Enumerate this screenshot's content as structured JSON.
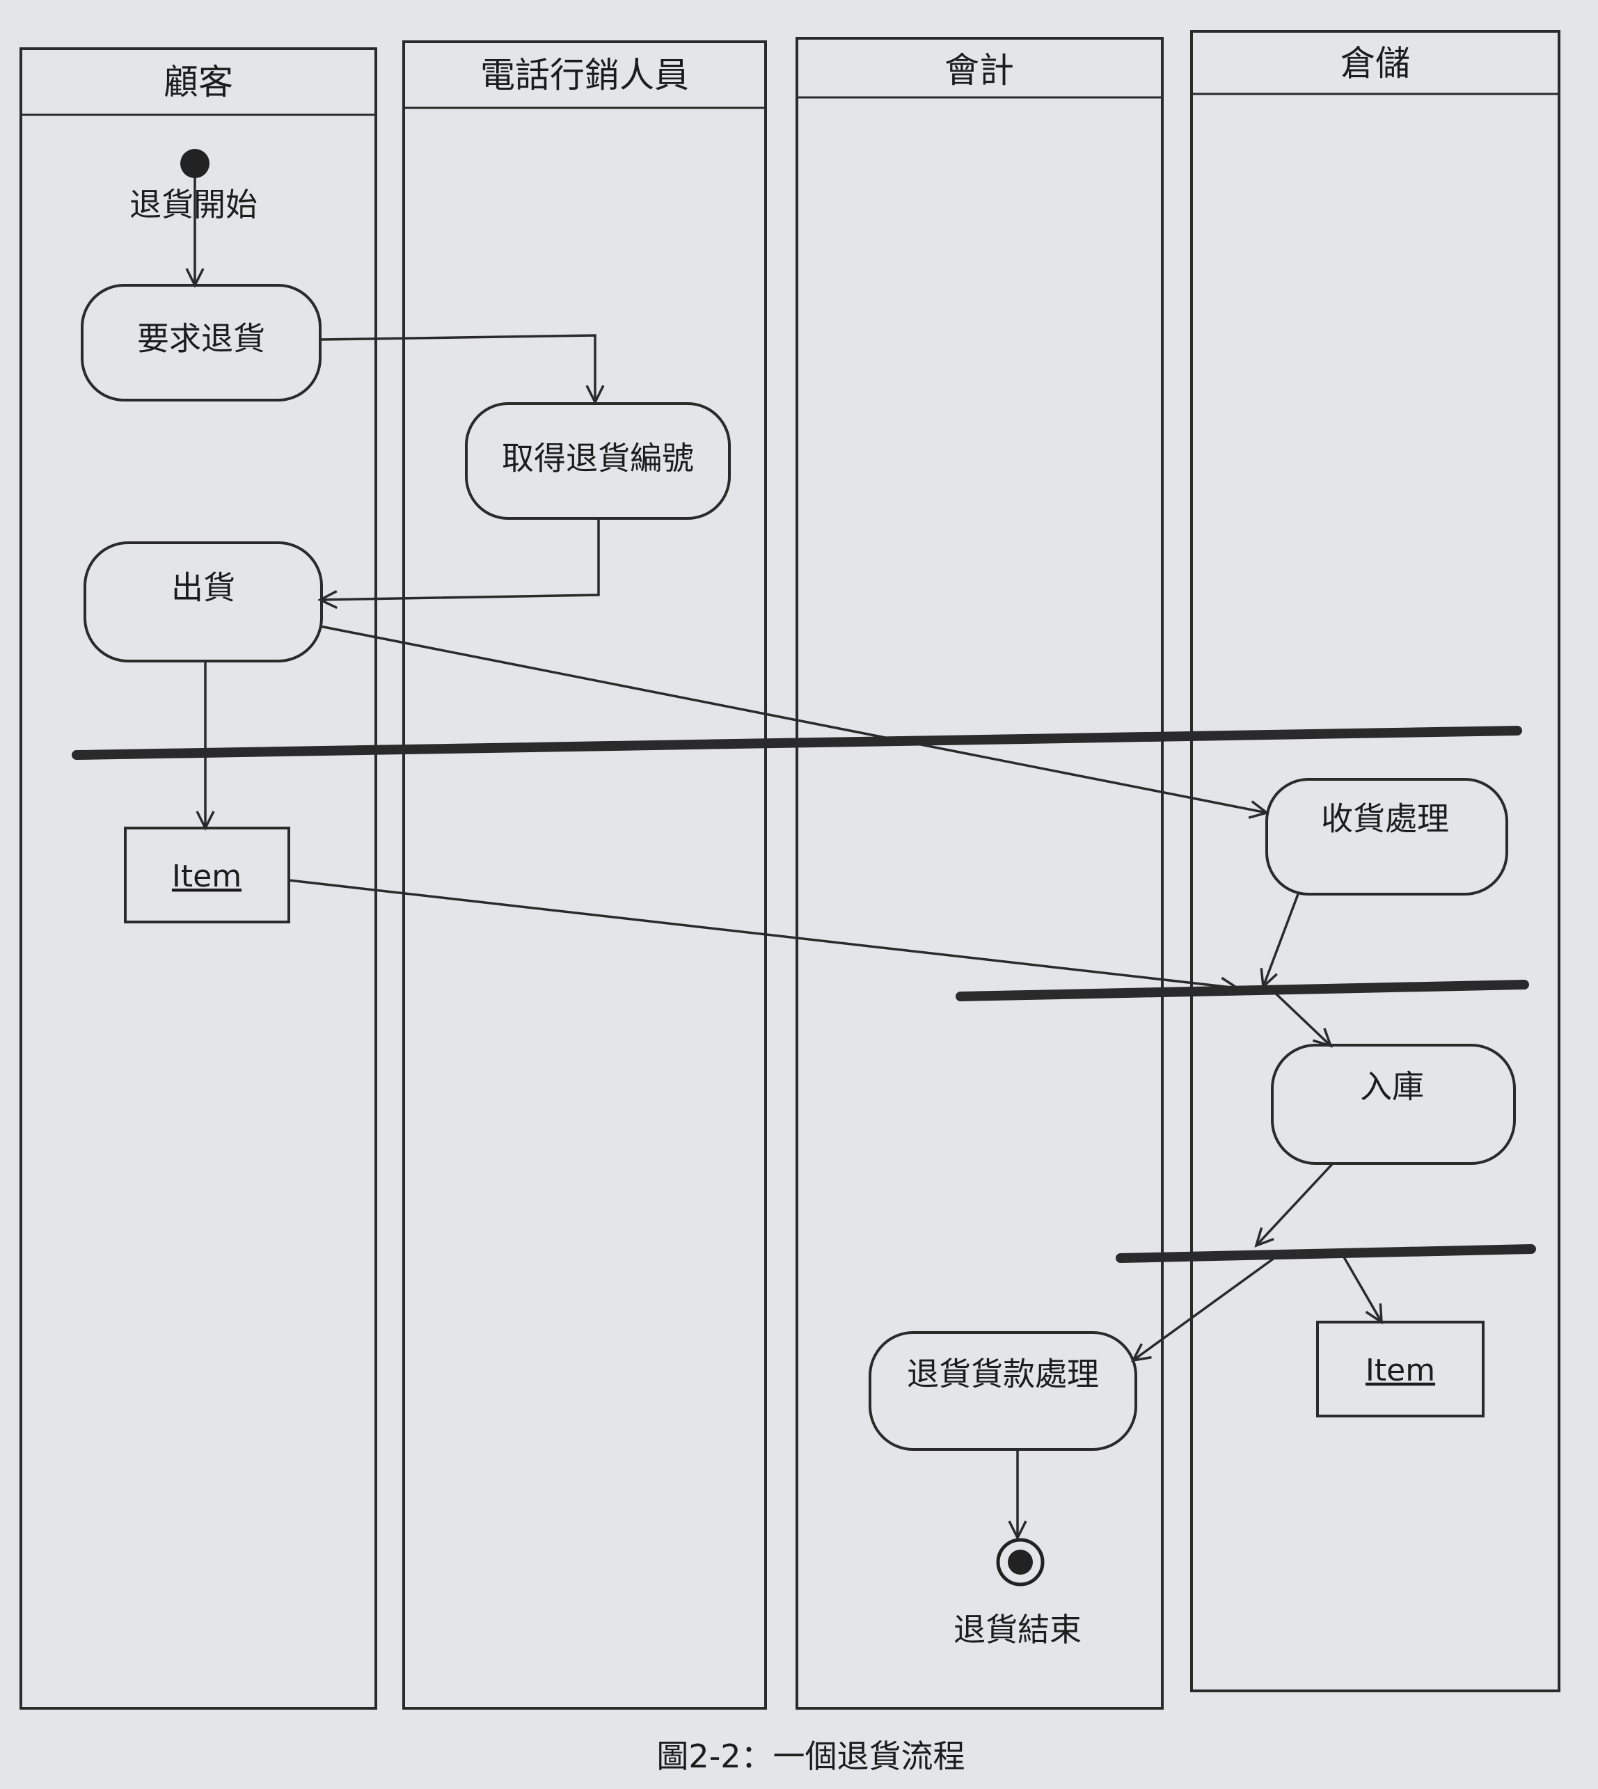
{
  "lanes": [
    {
      "id": "customer",
      "title": "顧客"
    },
    {
      "id": "telemarketer",
      "title": "電話行銷人員"
    },
    {
      "id": "accounting",
      "title": "會計"
    },
    {
      "id": "warehouse",
      "title": "倉儲"
    }
  ],
  "nodes": {
    "start_label": "退貨開始",
    "request_return": "要求退貨",
    "get_return_number": "取得退貨編號",
    "ship": "出貨",
    "item_customer": "Item",
    "receive_processing": "收貨處理",
    "stock_in": "入庫",
    "item_warehouse": "Item",
    "refund_processing": "退貨貨款處理",
    "end_label": "退貨結束"
  },
  "caption": "圖2-2：一個退貨流程",
  "colors": {
    "ink": "#2a2a2a",
    "paper": "#e4e5e8"
  }
}
